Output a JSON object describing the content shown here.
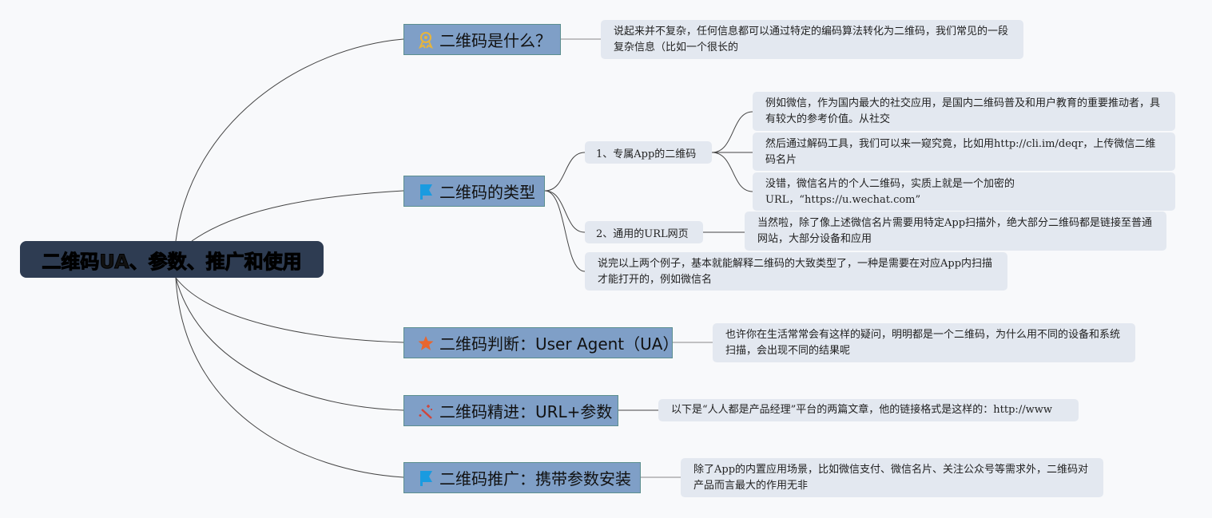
{
  "root": "二维码UA、参数、推广和使用",
  "topics": [
    {
      "label": "二维码是什么？",
      "icon": "award-icon",
      "note": "说起来并不复杂，任何信息都可以通过特定的编码算法转化为二维码，我们常见的一段复杂信息（比如一个很长的"
    },
    {
      "label": "二维码的类型",
      "icon": "flag-icon",
      "subs": [
        {
          "label": "1、专属App的二维码",
          "notes": [
            "例如微信，作为国内最大的社交应用，是国内二维码普及和用户教育的重要推动者，具有较大的参考价值。从社交",
            "然后通过解码工具，我们可以来一窥究竟，比如用http://cli.im/deqr，上传微信二维码名片",
            "没错，微信名片的个人二维码，实质上就是一个加密的URL，“https://u.wechat.com”"
          ]
        },
        {
          "label": "2、通用的URL网页",
          "notes": [
            "当然啦，除了像上述微信名片需要用特定App扫描外，绝大部分二维码都是链接至普通网站，大部分设备和应用"
          ]
        }
      ],
      "note": "说完以上两个例子，基本就能解释二维码的大致类型了，一种是需要在对应App内扫描才能打开的，例如微信名"
    },
    {
      "label": "二维码判断：User Agent（UA）",
      "icon": "star-icon",
      "note": "也许你在生活常常会有这样的疑问，明明都是一个二维码，为什么用不同的设备和系统扫描，会出现不同的结果呢"
    },
    {
      "label": "二维码精进：URL+参数",
      "icon": "magic-wand-icon",
      "note": "以下是“人人都是产品经理”平台的两篇文章，他的链接格式是这样的：http://www"
    },
    {
      "label": "二维码推广：携带参数安装",
      "icon": "flag-icon",
      "note": "除了App的内置应用场景，比如微信支付、微信名片、关注公众号等需求外，二维码对产品而言最大的作用无非"
    }
  ],
  "colors": {
    "root": "#2e3c52",
    "topic": "#7f9fc7",
    "note": "#e3e8f0",
    "award": "#e8b53a",
    "flag": "#1a9be0",
    "star": "#e8662e",
    "wand": "#d0453a"
  }
}
